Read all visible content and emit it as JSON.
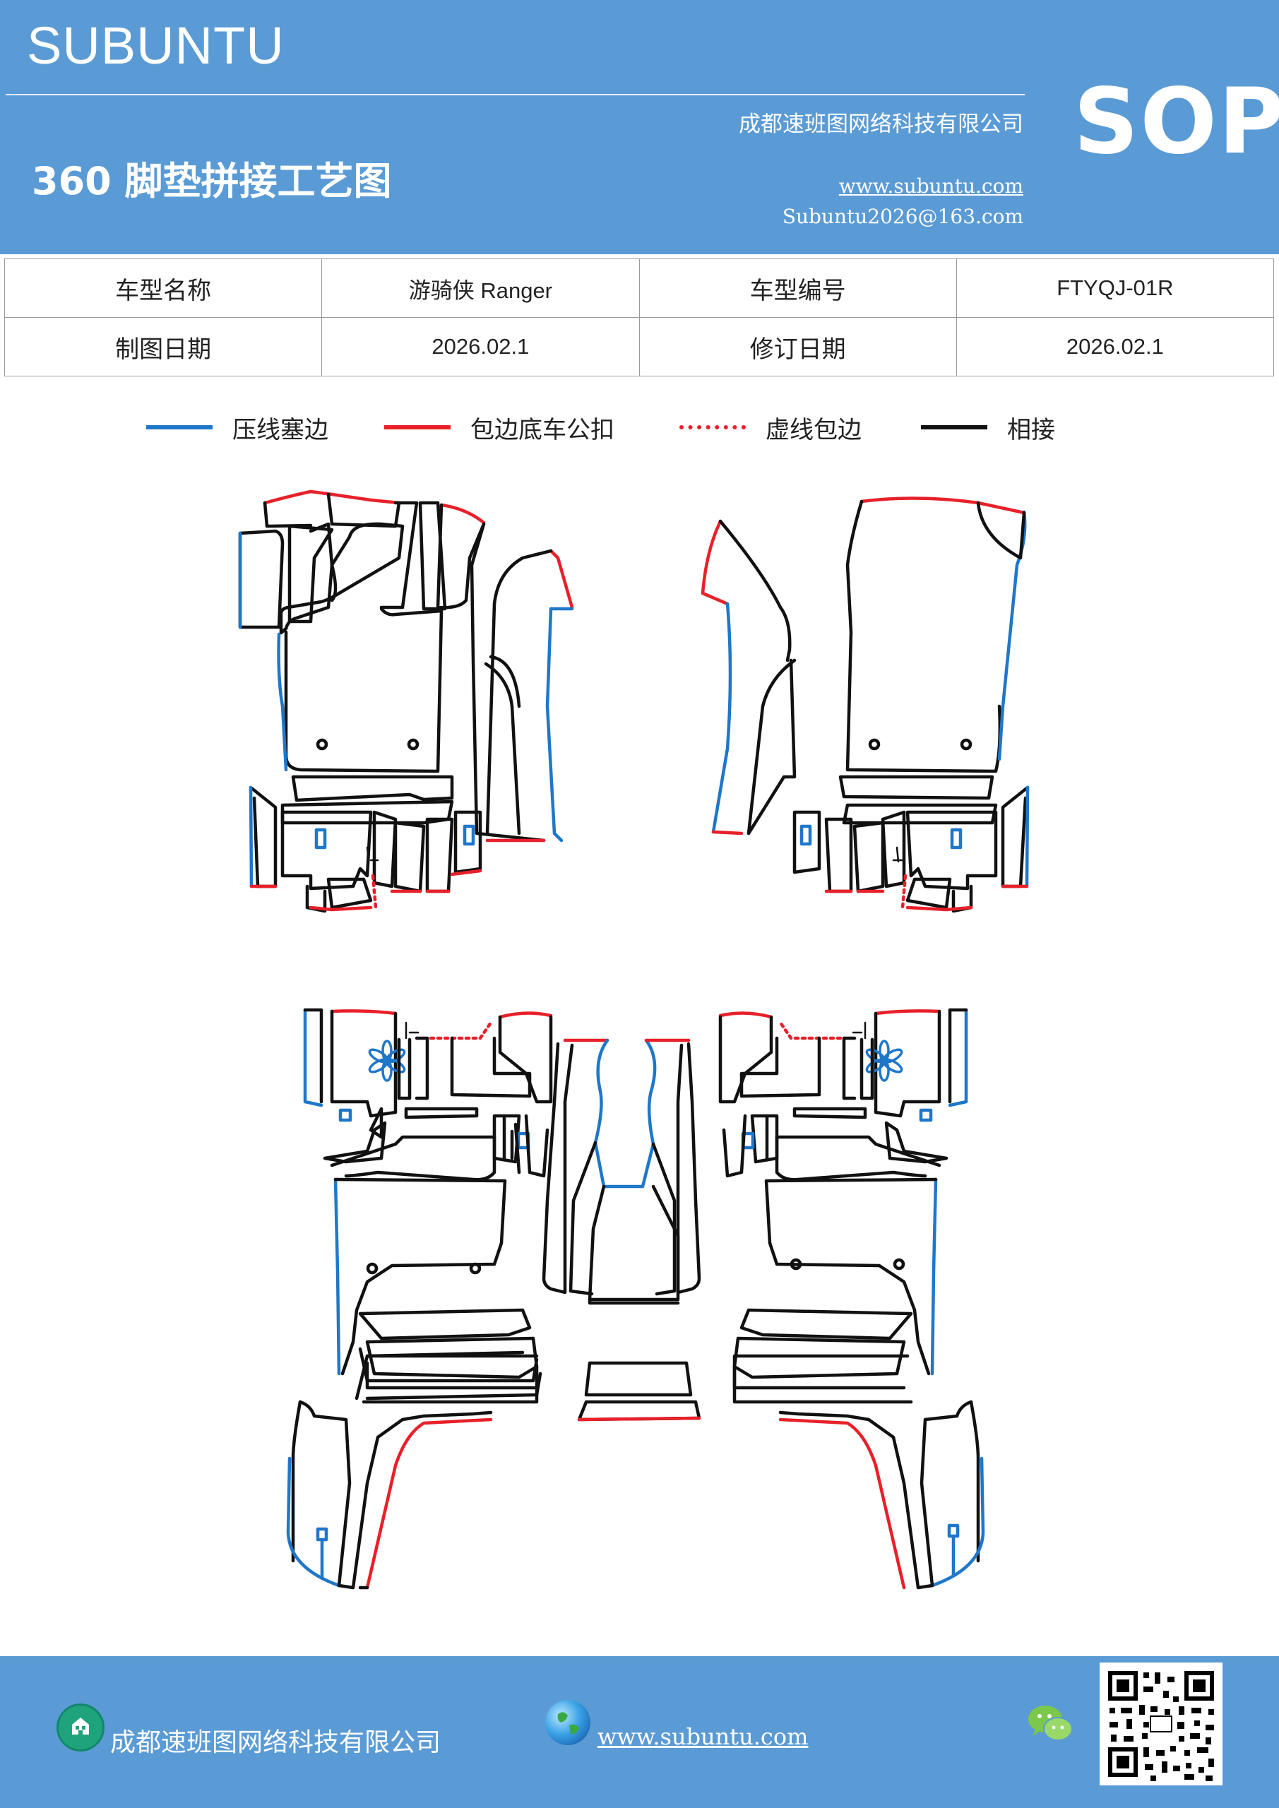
{
  "header": {
    "brand": "SUBUNTU",
    "title": "360 脚垫拼接工艺图",
    "company": "成都速班图网络科技有限公司",
    "website": "www.subuntu.com",
    "email": "Subuntu2026@163.com",
    "badge": "SOP"
  },
  "info_table": {
    "rows": [
      [
        "车型名称",
        "游骑侠 Ranger",
        "车型编号",
        "FTYQJ-01R"
      ],
      [
        "制图日期",
        "2026.02.1",
        "修订日期",
        "2026.02.1"
      ]
    ]
  },
  "legend": [
    {
      "label": "压线塞边",
      "color": "#1f77c9",
      "style": "solid"
    },
    {
      "label": "包边底车公扣",
      "color": "#e8202a",
      "style": "solid"
    },
    {
      "label": "虚线包边",
      "color": "#e8202a",
      "style": "dotted"
    },
    {
      "label": "相接",
      "color": "#111111",
      "style": "solid"
    }
  ],
  "footer": {
    "company": "成都速班图网络科技有限公司",
    "website": "www.subuntu.com "
  },
  "icons": [
    "home-icon",
    "globe-icon",
    "wechat-icon",
    "qr-code"
  ]
}
